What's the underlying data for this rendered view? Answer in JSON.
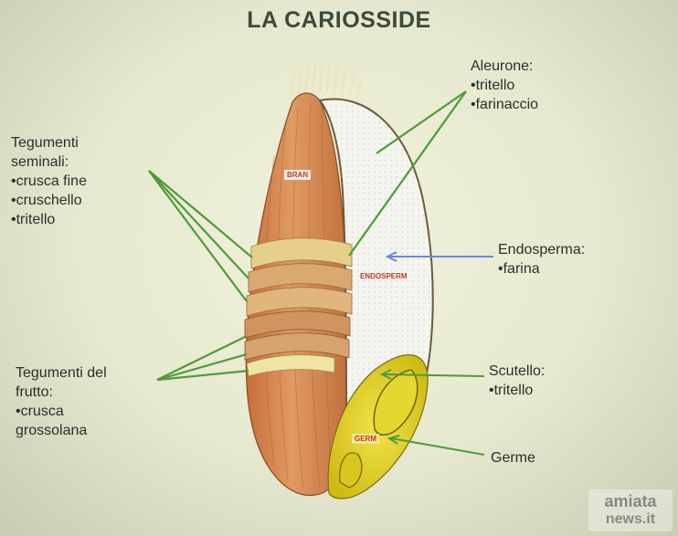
{
  "title": "LA CARIOSSIDE",
  "labels": {
    "tegumenti_seminali": [
      "Tegumenti",
      "seminali:",
      "•crusca fine",
      "•cruschello",
      "•tritello"
    ],
    "tegumenti_frutto": [
      "Tegumenti del",
      "frutto:",
      "•crusca",
      "grossolana"
    ],
    "aleurone": [
      "Aleurone:",
      "•tritello",
      "•farinaccio"
    ],
    "endosperma": [
      "Endosperma:",
      "•farina"
    ],
    "scutello": [
      "Scutello:",
      "•tritello"
    ],
    "germe": [
      "Germe"
    ]
  },
  "inner_tags": {
    "bran": "BRAN",
    "endosperm": "ENDOSPERM",
    "germ": "GERM"
  },
  "watermark": {
    "line1": "amiata",
    "line2": "news.it"
  },
  "colors": {
    "pointer_green": "#4f9a3a",
    "pointer_blue": "#6f86e0",
    "bran": "#d7864e",
    "endosperm": "#f4f5ee",
    "germ": "#e2d323"
  }
}
